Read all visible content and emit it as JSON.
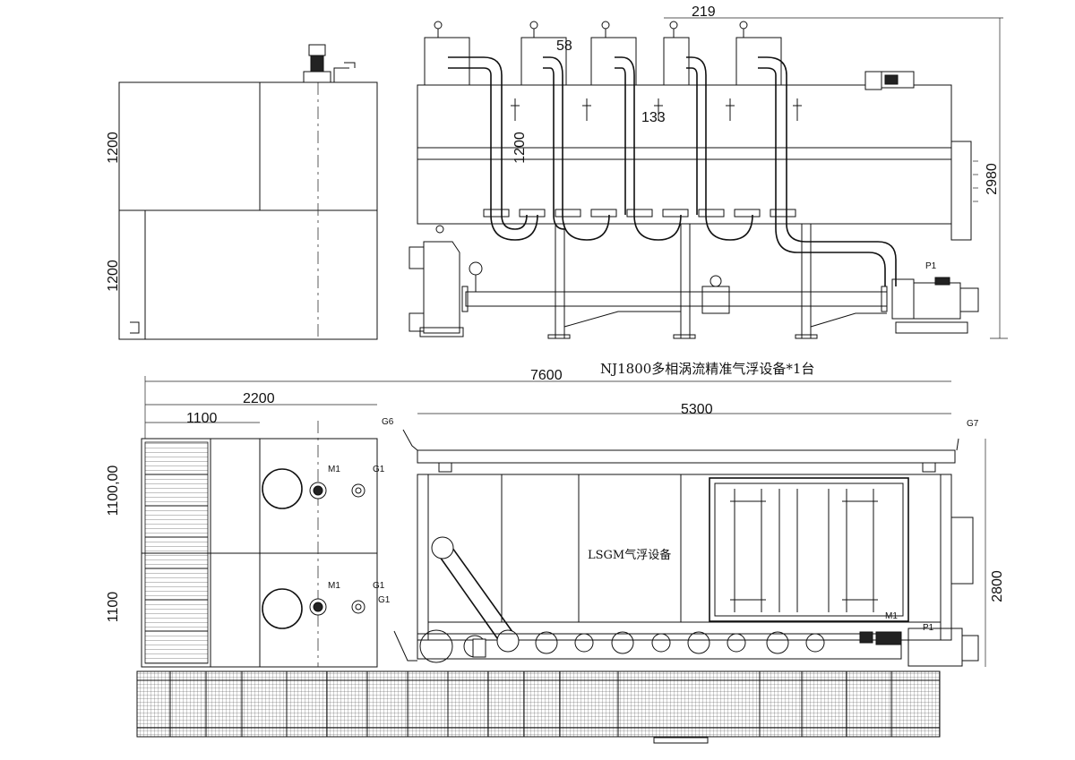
{
  "title": "NJ1800多相涡流精准气浮设备*1台",
  "center_label": "LSGM气浮设备",
  "dimensions": {
    "d219": "219",
    "d58": "58",
    "d133": "133",
    "d1200_mid": "1200",
    "d2980": "2980",
    "d1200_a": "1200",
    "d1200_b": "1200",
    "d7600": "7600",
    "d2200": "2200",
    "d1100_top": "1100",
    "d5300": "5300",
    "d1100_00": "1100,00",
    "d1100_left": "1100",
    "d2800": "2800"
  },
  "labels": {
    "p1_top": "P1",
    "p1_bottom": "P1",
    "m1_a": "M1",
    "m1_b": "M1",
    "m1_c": "M1",
    "g1_a": "G1",
    "g1_b": "G1",
    "g1_c": "G1",
    "g6": "G6",
    "g7": "G7"
  }
}
